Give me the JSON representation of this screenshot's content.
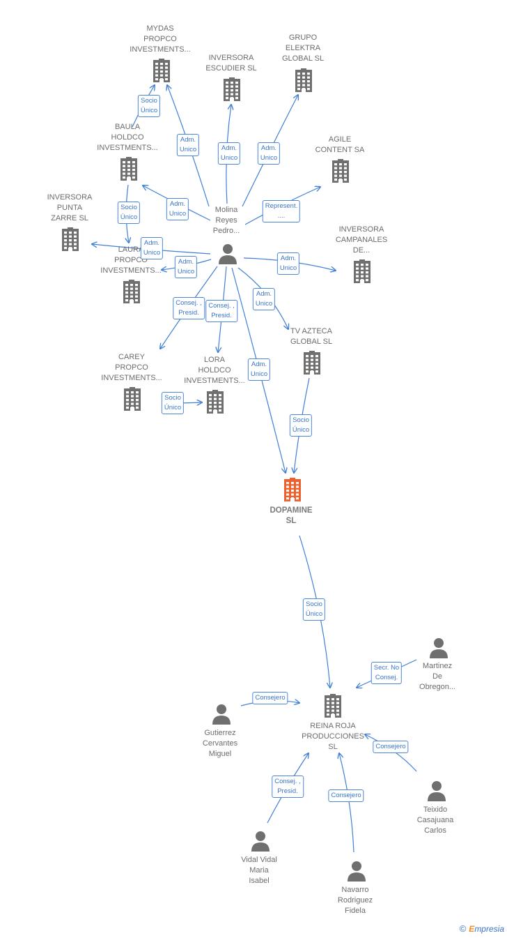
{
  "companies": [
    {
      "id": "mydas",
      "label": "MYDAS\nPROPCO\nINVESTMENTS..."
    },
    {
      "id": "escudier",
      "label": "INVERSORA\nESCUDIER  SL"
    },
    {
      "id": "elektra",
      "label": "GRUPO\nELEKTRA\nGLOBAL SL"
    },
    {
      "id": "baula",
      "label": "BAULA\nHOLDCO\nINVESTMENTS..."
    },
    {
      "id": "agile",
      "label": "AGILE\nCONTENT SA"
    },
    {
      "id": "punta",
      "label": "INVERSORA\nPUNTA\nZARRE  SL"
    },
    {
      "id": "campanales",
      "label": "INVERSORA\nCAMPANALES\nDE..."
    },
    {
      "id": "laura",
      "label": "LAURA\nPROPCO\nINVESTMENTS..."
    },
    {
      "id": "azteca",
      "label": "TV AZTECA\nGLOBAL SL"
    },
    {
      "id": "carey",
      "label": "CAREY\nPROPCO\nINVESTMENTS..."
    },
    {
      "id": "lora",
      "label": "LORA\nHOLDCO\nINVESTMENTS..."
    },
    {
      "id": "reina",
      "label": "REINA ROJA\nPRODUCCIONES\nSL"
    }
  ],
  "main_company": {
    "id": "dopamine",
    "label": "DOPAMINE\nSL",
    "color": "#f0602a"
  },
  "persons": [
    {
      "id": "molina",
      "label": "Molina\nReyes\nPedro..."
    },
    {
      "id": "martinez",
      "label": "Martinez\nDe\nObregon..."
    },
    {
      "id": "gutierrez",
      "label": "Gutierrez\nCervantes\nMiguel"
    },
    {
      "id": "teixido",
      "label": "Teixido\nCasajuana\nCarlos"
    },
    {
      "id": "vidal",
      "label": "Vidal Vidal\nMaria\nIsabel"
    },
    {
      "id": "navarro",
      "label": "Navarro\nRodriguez\nFidela"
    }
  ],
  "edges": [
    {
      "id": "e-baula-mydas",
      "label": "Socio\nÚnico"
    },
    {
      "id": "e-molina-mydas",
      "label": "Adm.\nUnico"
    },
    {
      "id": "e-molina-escudier",
      "label": "Adm.\nUnico"
    },
    {
      "id": "e-molina-elektra",
      "label": "Adm.\nUnico"
    },
    {
      "id": "e-molina-baula",
      "label": "Adm.\nUnico"
    },
    {
      "id": "e-molina-agile",
      "label": "Represent.\n...."
    },
    {
      "id": "e-baula-laura",
      "label": "Socio\nÚnico"
    },
    {
      "id": "e-molina-punta",
      "label": "Adm.\nUnico"
    },
    {
      "id": "e-molina-laura",
      "label": "Adm.\nUnico"
    },
    {
      "id": "e-molina-campanales",
      "label": "Adm.\nUnico"
    },
    {
      "id": "e-molina-azteca",
      "label": "Adm.\nUnico"
    },
    {
      "id": "e-molina-carey",
      "label": "Consej. ,\nPresid."
    },
    {
      "id": "e-molina-lora",
      "label": "Consej. ,\nPresid."
    },
    {
      "id": "e-lora-carey",
      "label": "Socio\nÚnico"
    },
    {
      "id": "e-molina-dopamine",
      "label": "Adm.\nUnico"
    },
    {
      "id": "e-azteca-dopamine",
      "label": "Socio\nÚnico"
    },
    {
      "id": "e-dopamine-reina",
      "label": "Socio\nÚnico"
    },
    {
      "id": "e-martinez-reina",
      "label": "Secr.  No\nConsej."
    },
    {
      "id": "e-gutierrez-reina",
      "label": "Consejero"
    },
    {
      "id": "e-teixido-reina",
      "label": "Consejero"
    },
    {
      "id": "e-vidal-reina",
      "label": "Consej. ,\nPresid."
    },
    {
      "id": "e-navarro-reina",
      "label": "Consejero"
    }
  ],
  "colors": {
    "edge": "#3f7fd6",
    "building": "#6f6f6f",
    "person": "#6f6f6f",
    "main": "#f0602a"
  },
  "icons": {
    "company": "building-icon",
    "person": "person-icon"
  },
  "brand": {
    "symbol": "©",
    "initial": "E",
    "rest": "mpresia"
  }
}
